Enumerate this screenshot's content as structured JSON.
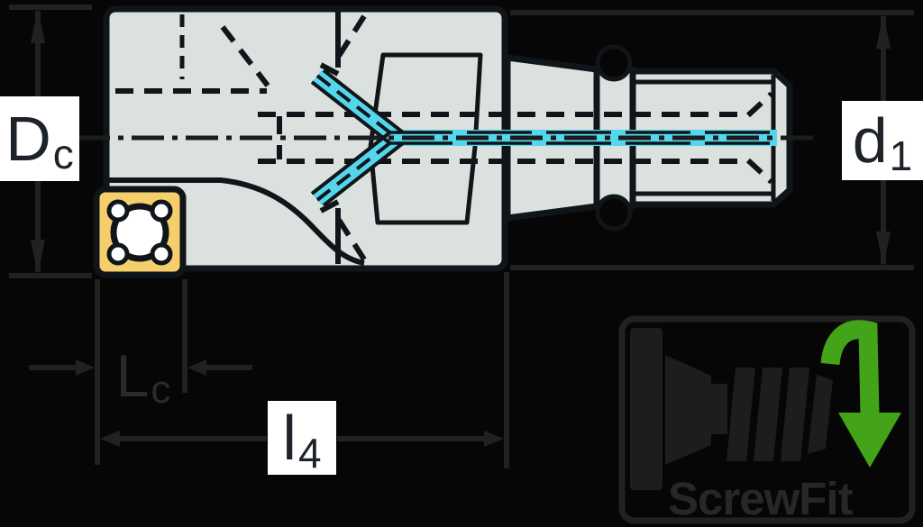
{
  "colors": {
    "bg": "#060606",
    "ink": "#10151a",
    "body": "#dbe1df",
    "cyan": "#54d7ec",
    "yellow": "#f6cf6d",
    "dim": "#212121",
    "logo-ink": "#1d1d1d",
    "green": "#43a319",
    "label-ink": "#1d2328"
  },
  "labels": {
    "cutting_diameter": {
      "main": "D",
      "sub": "c"
    },
    "connection_diameter": {
      "main": "d",
      "sub": "1"
    },
    "cutting_edge_length": {
      "main": "L",
      "sub": "c"
    },
    "projection_length": {
      "main": "l",
      "sub": "4"
    }
  },
  "logo": {
    "name": "ScrewFit"
  }
}
